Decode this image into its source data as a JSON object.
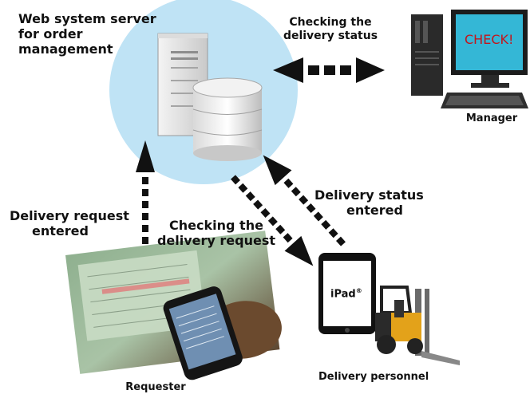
{
  "server": {
    "label_lines": [
      "Web system server",
      "for order",
      "management"
    ]
  },
  "manager": {
    "status_label_lines": [
      "Checking the",
      "delivery status"
    ],
    "monitor_text": "CHECK!",
    "label": "Manager"
  },
  "requester": {
    "request_label_lines": [
      "Delivery request",
      "entered"
    ],
    "label": "Requester"
  },
  "flow_check_request": {
    "label_lines": [
      "Checking the",
      "delivery request"
    ]
  },
  "delivery": {
    "status_label_lines": [
      "Delivery status",
      "entered"
    ],
    "tablet_text": "iPad",
    "tablet_mark": "®",
    "label": "Delivery personnel"
  },
  "colors": {
    "server_circle": "#bfe3f5",
    "monitor_screen": "#34b7d6",
    "check_text": "#c3161c",
    "arrow": "#111111"
  }
}
